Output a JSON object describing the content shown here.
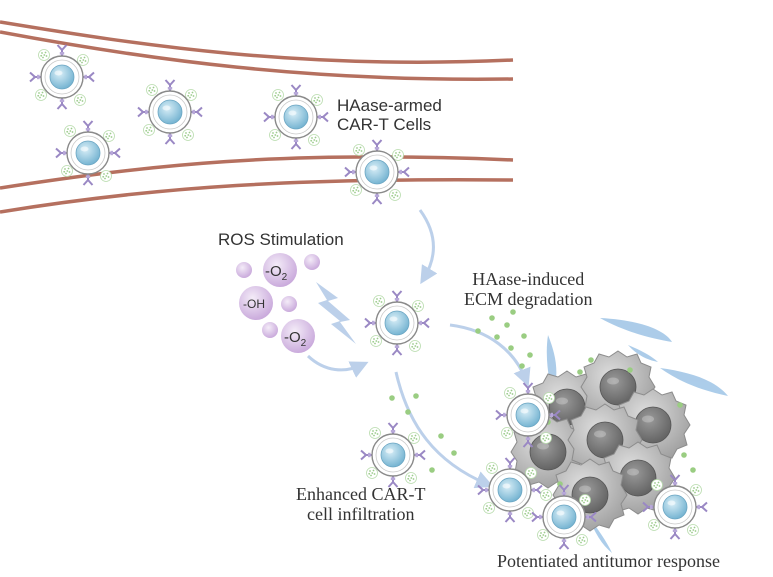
{
  "labels": {
    "car_t_cells": [
      "HAase-armed",
      "CAR-T Cells"
    ],
    "ros_stimulation": "ROS Stimulation",
    "ecm_degradation": [
      "HAase-induced",
      "ECM degradation"
    ],
    "infiltration": [
      "Enhanced CAR-T",
      "cell infiltration"
    ],
    "antitumor": "Potentiated antitumor response"
  },
  "ros_species": {
    "superoxide_1": "-O",
    "hydroxyl": "-OH",
    "superoxide_2": "-O",
    "subscript": "2"
  },
  "colors": {
    "vessel": "#b5705f",
    "cell_ring": "#8a8a8a",
    "nucleus": "#8fc4dc",
    "car_receptor": "#9a88c4",
    "enzyme_cluster": "#9ccc8c",
    "arrow": "#bcd0ea",
    "ros_bubble": "#cdb3dd",
    "ecm_dots": "#9acd82",
    "tumor_cell": "#b3b3b3",
    "tumor_nucleus": "#777777",
    "ecm_fiber": "#9ec4e6"
  },
  "icons": [
    "car-t-cell-icon",
    "tumor-cell-icon",
    "lightning-icon",
    "enzyme-cluster-icon"
  ]
}
